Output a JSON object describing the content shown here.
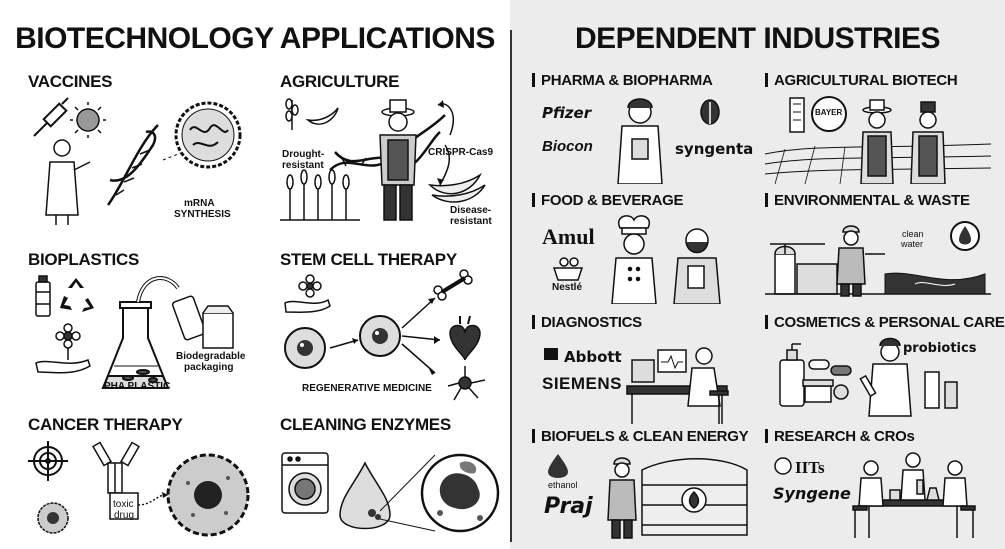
{
  "left": {
    "title": "BIOTECHNOLOGY APPLICATIONS",
    "sections": {
      "vaccines": {
        "title": "VACCINES",
        "labels": [
          "mRNA",
          "SYNTHESIS"
        ]
      },
      "agriculture": {
        "title": "AGRICULTURE",
        "labels": [
          "Drought-",
          "resistant",
          "CRISPR-Cas9",
          "Disease-",
          "resistant"
        ]
      },
      "bioplastics": {
        "title": "BIOPLASTICS",
        "labels": [
          "PHA PLASTIC",
          "Biodegradable",
          "packaging"
        ]
      },
      "stem_cell": {
        "title": "STEM CELL THERAPY",
        "labels": [
          "REGENERATIVE MEDICINE"
        ]
      },
      "cancer": {
        "title": "CANCER THERAPY",
        "labels": [
          "toxic",
          "drug"
        ]
      },
      "enzymes": {
        "title": "CLEANING ENZYMES",
        "labels": []
      }
    }
  },
  "right": {
    "title": "DEPENDENT INDUSTRIES",
    "cards": {
      "pharma": {
        "title": "PHARMA & BIOPHARMA",
        "logos": [
          "Pfizer",
          "Biocon",
          "syngenta"
        ]
      },
      "agri_biotech": {
        "title": "AGRICULTURAL BIOTECH",
        "logos": [
          "BAYER"
        ]
      },
      "food": {
        "title": "FOOD & BEVERAGE",
        "logos": [
          "Amul",
          "Nestlé"
        ]
      },
      "environmental": {
        "title": "ENVIRONMENTAL & WASTE",
        "logos": [
          "clean",
          "water"
        ]
      },
      "diagnostics": {
        "title": "DIAGNOSTICS",
        "logos": [
          "Abbott",
          "SIEMENS"
        ]
      },
      "cosmetics": {
        "title": "COSMETICS & PERSONAL CARE",
        "logos": [
          "probiotics"
        ]
      },
      "biofuels": {
        "title": "BIOFUELS & CLEAN ENERGY",
        "logos": [
          "ethanol",
          "Praj"
        ]
      },
      "research": {
        "title": "RESEARCH & CROs",
        "logos": [
          "IITs",
          "Syngene"
        ]
      }
    }
  },
  "colors": {
    "ink": "#111111",
    "right_bg": "#ececec",
    "left_bg": "#ffffff"
  }
}
